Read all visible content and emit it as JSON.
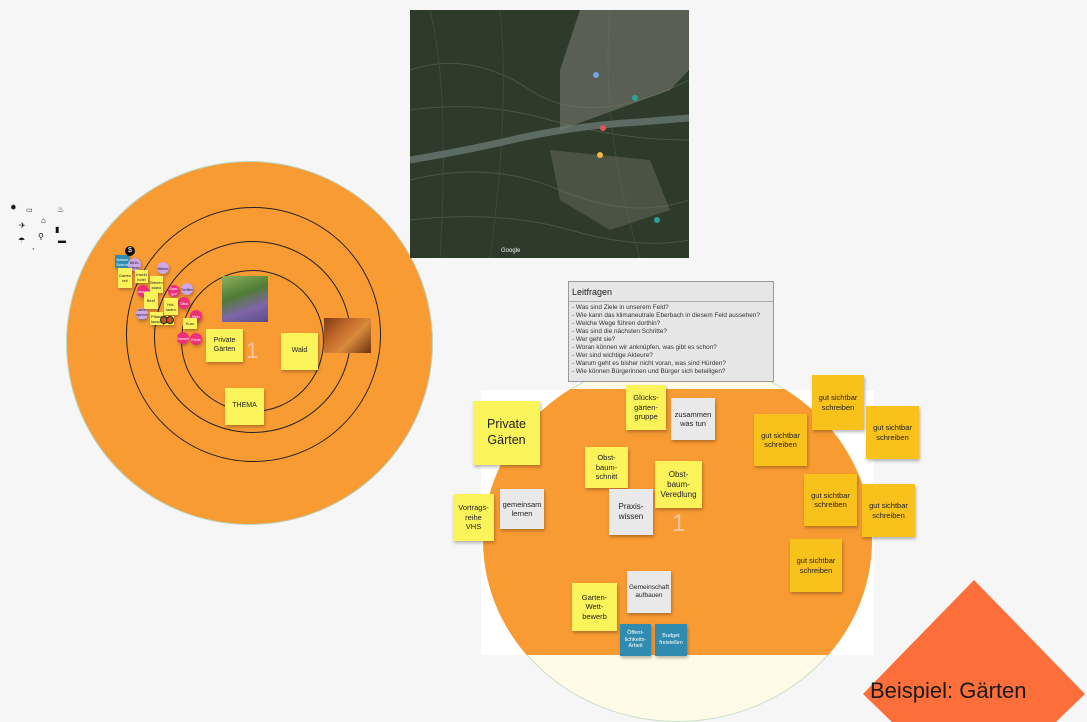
{
  "left_map": {
    "center_number": "1",
    "notes": {
      "private": "Private\nGärten",
      "wald": "Wald",
      "thema": "THEMA"
    }
  },
  "small_notes": [
    "Nature\nSchutz",
    "Blüh-\nwiese",
    "Garten\nteil",
    "Insekt\nhotel",
    "Wiese",
    "Kompost",
    "Bienen\nstand",
    "Saat-\ngut",
    "Treffen",
    "Beet",
    "Obst",
    "Hof-\nladen",
    "Garten\nsprech\nstunde",
    "Pflanz\ntausch",
    "Netz",
    "Kurs",
    "Tausch",
    "Ernte",
    "Hilfe"
  ],
  "leitfragen": {
    "title": "Leitfragen",
    "items": [
      "- Was sind Ziele in unserem Feld?",
      "- Wie kann das klimaneutrale Eberbach in diesem Feld aussehen?",
      "- Welche Wege führen dorthin?",
      "- Was sind die nächsten Schritte?",
      "- Wer geht sie?",
      "- Woran können wir anknüpfen, was gibt es schon?",
      "- Wer sind wichtige Akteure?",
      "- Warum geht es bisher nicht voran, was sind Hürden?",
      "- Wie können Bürgerinnen und Bürger sich beteiligen?"
    ]
  },
  "right_board": {
    "center_number": "1",
    "title_note": "Private\nGärten",
    "gluecks": "Glücks-\ngärten-\ngruppe",
    "zusammen": "zusammen\nwas tun",
    "obst_schnitt": "Obst-\nbaum-\nschnitt",
    "obst_veredlung": "Obst-\nbaum-\nVeredlung",
    "praxis": "Praxis-\nwissen",
    "vortrag": "Vortrags-\nreihe\nVHS",
    "gemeinsam": "gemeinsam\nlernen",
    "garten_wett": "Garten-\nWett-\nbewerb",
    "gemeinschaft": "Gemeinschaft\naufbauen",
    "oeffentlich": "Öffent-\nlichkeits-\nArbeit",
    "budget": "Budget\nfreistellen",
    "gut_sichtbar": "gut sichtbar\nschreiben"
  },
  "diamond_label": "Beispiel: Gärten",
  "map_label": "Google",
  "colors": {
    "orange": "#f99b33",
    "diamond": "#fd6f3a",
    "sticky_yellow": "#fbf35a",
    "sticky_gold": "#f9c11c",
    "sticky_blue": "#2f8bb0",
    "sticky_pink": "#ee2f7a"
  },
  "icons": [
    "sun-icon",
    "battery-icon",
    "house-icon",
    "flame-icon",
    "plane-icon",
    "pin-icon",
    "bus-icon",
    "umbrella-icon",
    "car-icon",
    "comma-icon",
    "dollar-icon"
  ]
}
